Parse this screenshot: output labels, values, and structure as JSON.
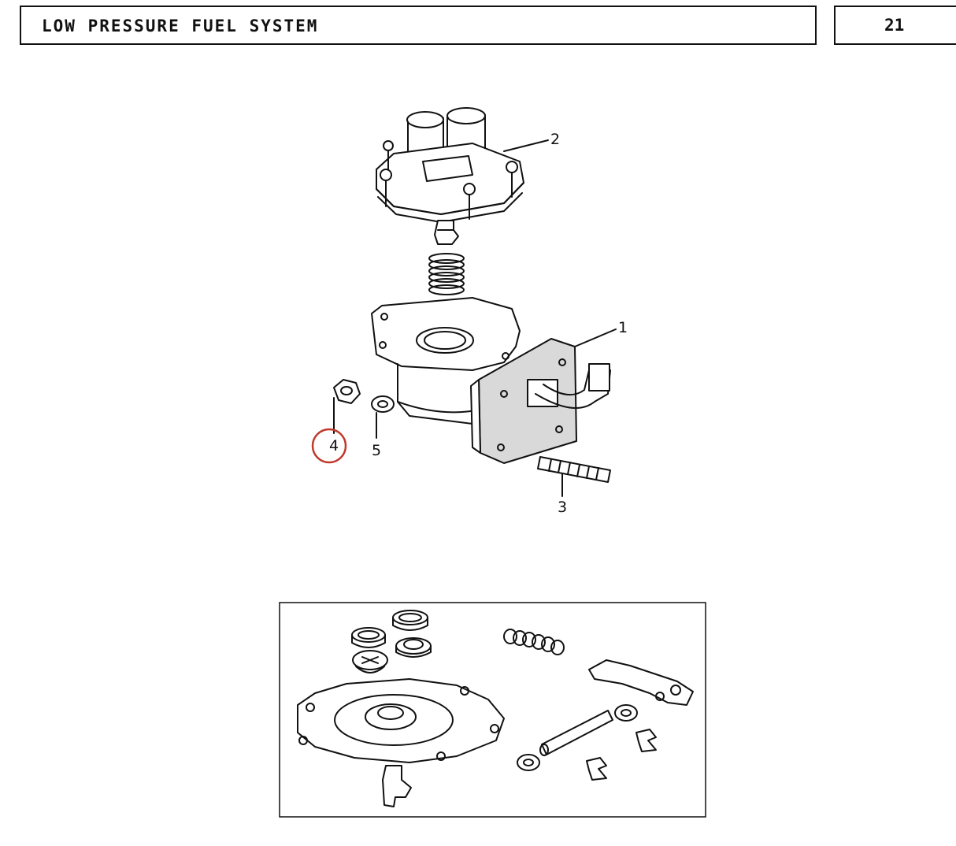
{
  "header": {
    "title": "LOW PRESSURE FUEL SYSTEM",
    "page_number": "21"
  },
  "callouts": [
    {
      "id": "1",
      "label": "1"
    },
    {
      "id": "2",
      "label": "2"
    },
    {
      "id": "3",
      "label": "3"
    },
    {
      "id": "4",
      "label": "4",
      "highlighted": true
    },
    {
      "id": "5",
      "label": "5"
    }
  ],
  "colors": {
    "ink": "#111111",
    "highlight_ring": "#c0392b",
    "gasket_fill": "#d9d9d9"
  }
}
